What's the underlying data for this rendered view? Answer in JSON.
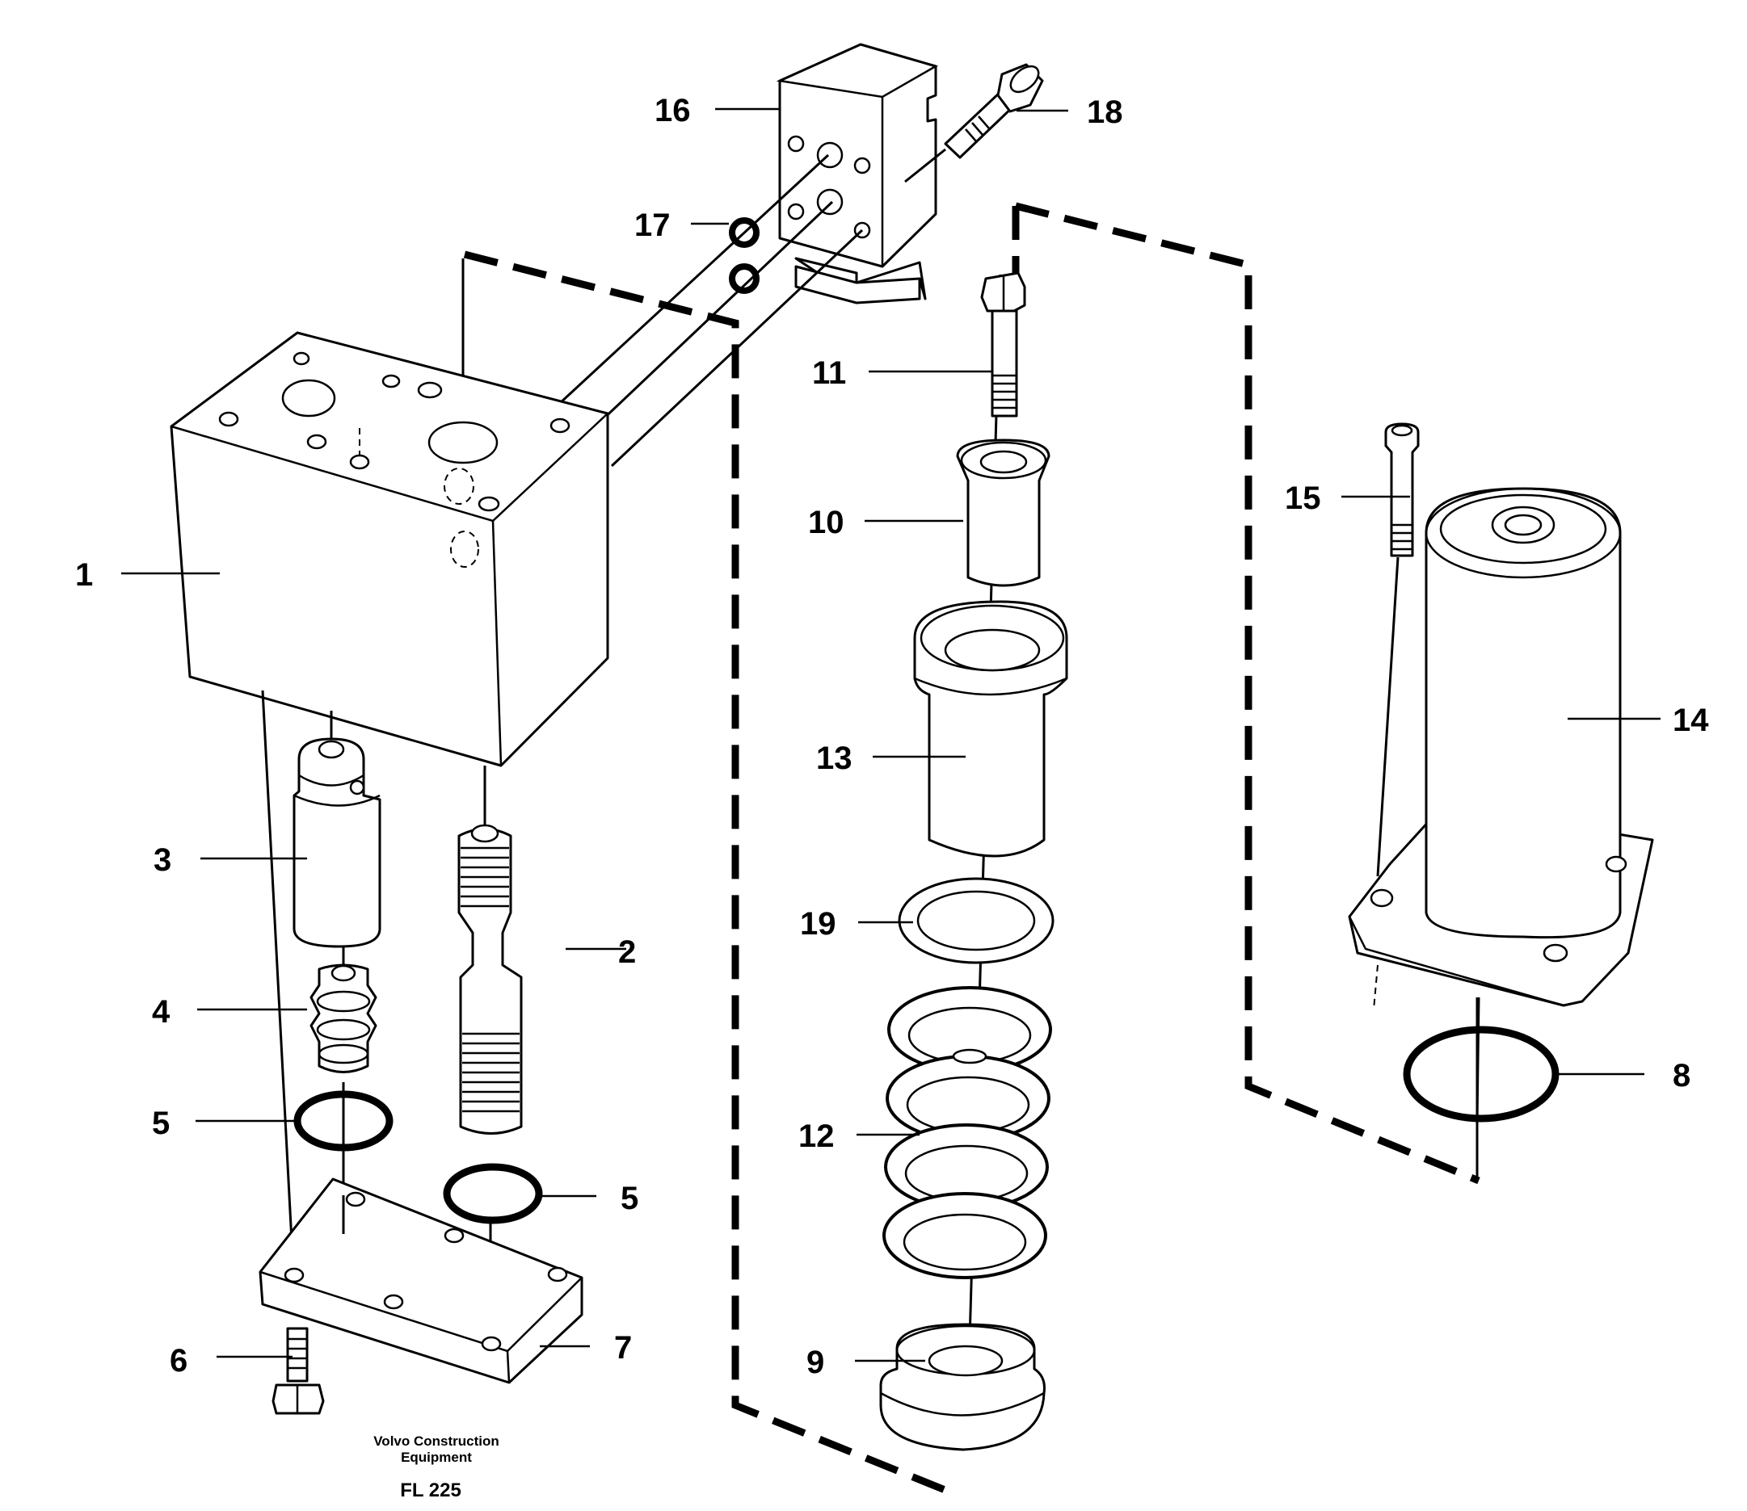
{
  "callouts": {
    "c1": "1",
    "c2": "2",
    "c3": "3",
    "c4": "4",
    "c5a": "5",
    "c5b": "5",
    "c6": "6",
    "c7": "7",
    "c8": "8",
    "c9": "9",
    "c10": "10",
    "c11": "11",
    "c12": "12",
    "c13": "13",
    "c14": "14",
    "c15": "15",
    "c16": "16",
    "c17": "17",
    "c18": "18",
    "c19": "19"
  },
  "caption": {
    "line1": "Volvo Construction",
    "line2": "Equipment",
    "code": "FL 225"
  }
}
